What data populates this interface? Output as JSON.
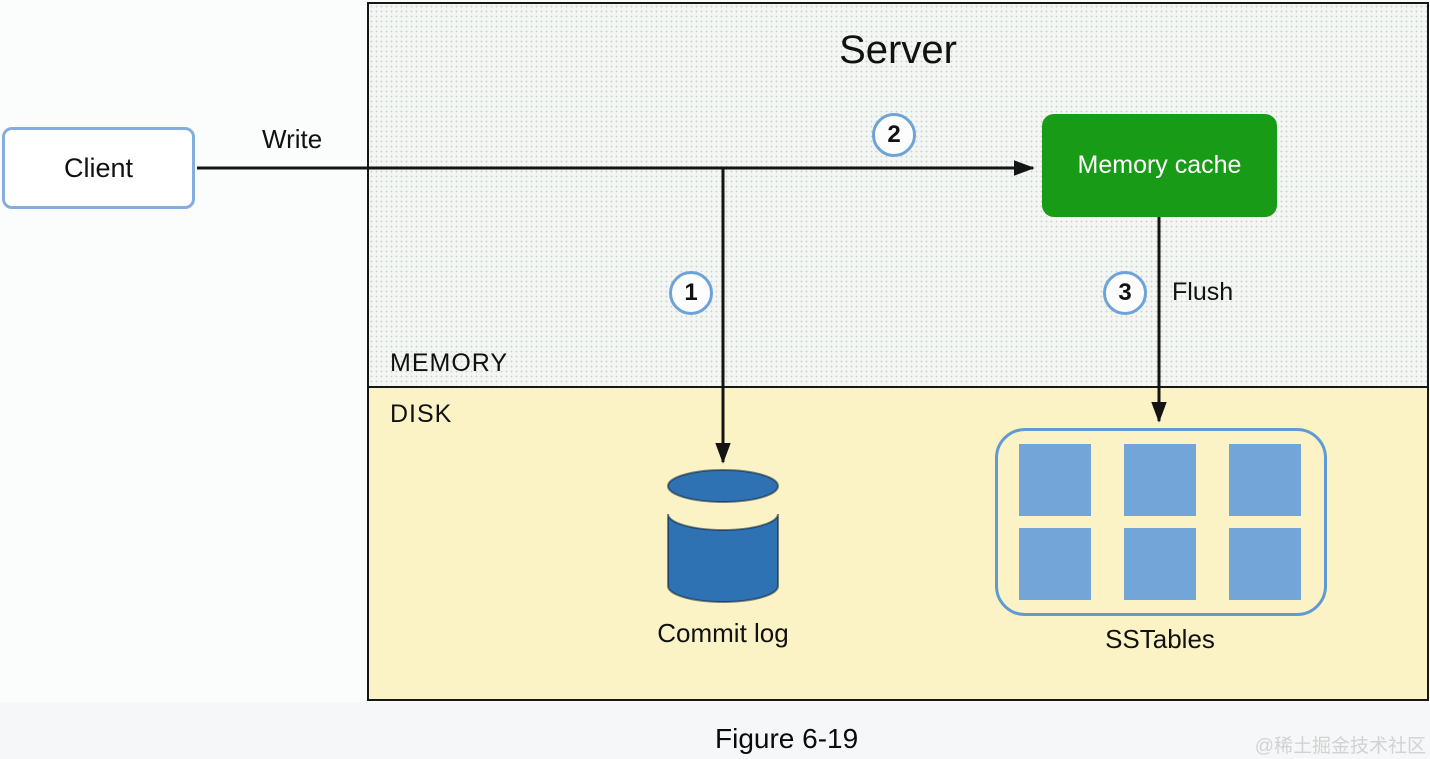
{
  "server": {
    "title": "Server"
  },
  "sections": {
    "memory": "MEMORY",
    "disk": "DISK"
  },
  "client": {
    "label": "Client"
  },
  "labels": {
    "write": "Write",
    "flush": "Flush"
  },
  "nodes": {
    "memory_cache": "Memory cache",
    "commit_log": "Commit log",
    "sstables": "SSTables"
  },
  "steps": [
    {
      "number": "1"
    },
    {
      "number": "2"
    },
    {
      "number": "3"
    }
  ],
  "sstables": {
    "square_count": 6
  },
  "caption": "Figure 6-19",
  "watermark": "@稀土掘金技术社区",
  "colors": {
    "memory-bg": "#f4f6f3",
    "disk-bg": "#fbf2c5",
    "cache-green": "#189c18",
    "cylinder-blue": "#2e72b4",
    "square-blue": "#74a5d9",
    "accent-blue": "#6ea3da",
    "arrow-black": "#141414"
  }
}
